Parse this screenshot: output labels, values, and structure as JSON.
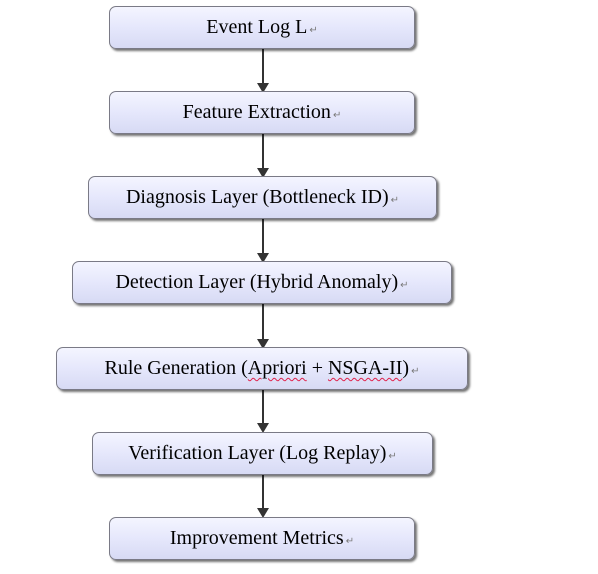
{
  "diagram": {
    "nodes": [
      {
        "id": "event-log",
        "label": "Event Log L"
      },
      {
        "id": "feature-extraction",
        "label": "Feature Extraction"
      },
      {
        "id": "diagnosis-layer",
        "label": "Diagnosis Layer (Bottleneck ID)"
      },
      {
        "id": "detection-layer",
        "label": "Detection Layer (Hybrid Anomaly)"
      },
      {
        "id": "rule-generation",
        "label_parts": [
          "Rule Generation (",
          "Apriori",
          " + ",
          "NSGA-II",
          ")"
        ]
      },
      {
        "id": "verification-layer",
        "label": "Verification Layer (Log Replay)"
      },
      {
        "id": "improvement-metrics",
        "label": "Improvement Metrics"
      }
    ],
    "paragraph_mark": "↵",
    "colors": {
      "box_fill_top": "#f4f5ff",
      "box_fill_bottom": "#d7daf4",
      "box_border": "#7a7a86",
      "arrow": "#333333",
      "spellcheck_underline": "#e0204a"
    }
  }
}
